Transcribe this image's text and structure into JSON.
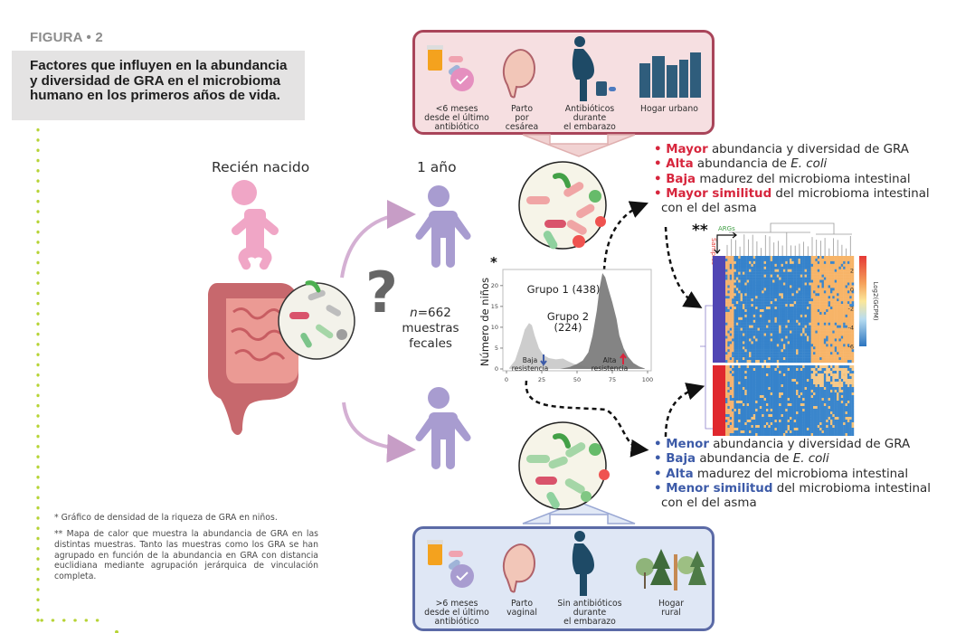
{
  "header": {
    "figure_label": "FIGURA • 2",
    "title": "Factores que influyen en la abundancia\ny diversidad de GRA en el microbioma\nhumano en los primeros años de vida."
  },
  "stages": {
    "newborn": "Recién nacido",
    "one_year": "1 año",
    "question_mark": "?",
    "sample_count_n": "n",
    "sample_count_value": "=662",
    "sample_count_line2": "muestras",
    "sample_count_line3": "fecales"
  },
  "colors": {
    "high_accent": "#d7263d",
    "low_accent": "#3d5ba8",
    "top_box_fill": "#f6dfe1",
    "top_box_border": "#a9455a",
    "bottom_box_fill": "#dfe7f5",
    "bottom_box_border": "#5b6aa6",
    "newborn_figure": "#f0a6c6",
    "child_figure": "#a89cd0",
    "dot_rule": "#b6d334"
  },
  "factors_top": {
    "items": [
      {
        "icon": "pill-bottle-clock-icon",
        "label": "<6 meses\ndesde el último\nantibiótico"
      },
      {
        "icon": "uterus-fetus-icon",
        "label": "Parto\npor\ncesárea"
      },
      {
        "icon": "pregnant-woman-medicine-icon",
        "label": "Antibióticos\ndurante\nel embarazo"
      },
      {
        "icon": "city-buildings-icon",
        "label": "Hogar urbano"
      }
    ]
  },
  "factors_bottom": {
    "items": [
      {
        "icon": "pill-bottle-clock-icon",
        "label": ">6 meses\ndesde el último\nantibiótico"
      },
      {
        "icon": "uterus-fetus-icon",
        "label": "Parto\nvaginal"
      },
      {
        "icon": "pregnant-woman-icon",
        "label": "Sin antibióticos\ndurante\nel embarazo"
      },
      {
        "icon": "forest-trees-icon",
        "label": "Hogar\nrural"
      }
    ]
  },
  "outcomes_high": [
    {
      "key": "Mayor",
      "rest": " abundancia y diversidad de GRA"
    },
    {
      "key": "Alta",
      "rest": " abundancia de ",
      "italic": "E. coli"
    },
    {
      "key": "Baja",
      "rest": " madurez del microbioma intestinal"
    },
    {
      "key": "Mayor similitud",
      "rest": " del microbioma intestinal",
      "cont": "con el del asma"
    }
  ],
  "outcomes_low": [
    {
      "key": "Menor",
      "rest": " abundancia y diversidad de GRA"
    },
    {
      "key": "Baja",
      "rest": " abundancia de ",
      "italic": "E. coli"
    },
    {
      "key": "Alta",
      "rest": " madurez del microbioma intestinal"
    },
    {
      "key": "Menor similitud",
      "rest": " del microbioma intestinal",
      "cont": "con el del asma"
    }
  ],
  "chart_data": {
    "type": "area",
    "marker": "*",
    "title": "",
    "xlabel": "",
    "ylabel": "Número de niños",
    "xlim": [
      0,
      100
    ],
    "ylim": [
      0,
      23
    ],
    "xticks": [
      0,
      25,
      50,
      75,
      100
    ],
    "yticks": [
      0,
      5,
      10,
      15,
      20
    ],
    "grid": false,
    "series": [
      {
        "name": "Grupo 2 (224)",
        "label_line1": "Grupo 2",
        "label_line2": "(224)",
        "color": "#c9c9c9",
        "x": [
          2,
          6,
          10,
          13,
          16,
          18,
          20,
          23,
          26,
          30,
          35,
          40,
          44,
          48,
          52,
          56,
          60,
          65
        ],
        "y": [
          0.3,
          2,
          6,
          9.5,
          11,
          10.5,
          8,
          5,
          3.4,
          2.6,
          2.3,
          2.5,
          1.8,
          1.2,
          0.9,
          0.6,
          0.3,
          0
        ]
      },
      {
        "name": "Grupo 1 (438)",
        "label": "Grupo 1 (438)",
        "color": "#7a7a7a",
        "x": [
          38,
          45,
          50,
          54,
          58,
          61,
          64,
          66,
          68,
          70,
          72,
          75,
          78,
          80,
          83,
          86,
          90,
          94,
          98
        ],
        "y": [
          0,
          0.5,
          1.2,
          2,
          4,
          8,
          14,
          19.5,
          23,
          22,
          19.5,
          16,
          12,
          8,
          5,
          3,
          1.4,
          0.6,
          0.1
        ]
      }
    ],
    "annotations": [
      {
        "text_line1": "Baja",
        "text_line2": "resistencia",
        "arrow": "down",
        "arrow_color": "#3d5ba8"
      },
      {
        "text_line1": "Alta",
        "text_line2": "resistencia",
        "arrow": "up",
        "arrow_color": "#d7263d"
      }
    ]
  },
  "heatmap": {
    "marker": "**",
    "col_axis_label": "ARGs",
    "row_axis_label": "Samples",
    "colorbar_title": "Log2(GCPM)",
    "colorbar_ticks": [
      "2",
      "0",
      "-2",
      "-4",
      "-6"
    ],
    "colorbar_range": [
      -6,
      3.5
    ],
    "row_groups": [
      {
        "name": "upper-cluster",
        "color": "#5046b4"
      },
      {
        "name": "lower-cluster",
        "color": "#e0282e"
      }
    ]
  },
  "footnotes": {
    "single": "* Gráfico de densidad de la riqueza de GRA en niños.",
    "double": "** Mapa de calor que muestra la abundancia de GRA en las distintas muestras. Tanto las muestras como los GRA se han agrupado en función de la abundancia en GRA con distancia euclidiana mediante agrupación jerárquica de vinculación completa."
  }
}
